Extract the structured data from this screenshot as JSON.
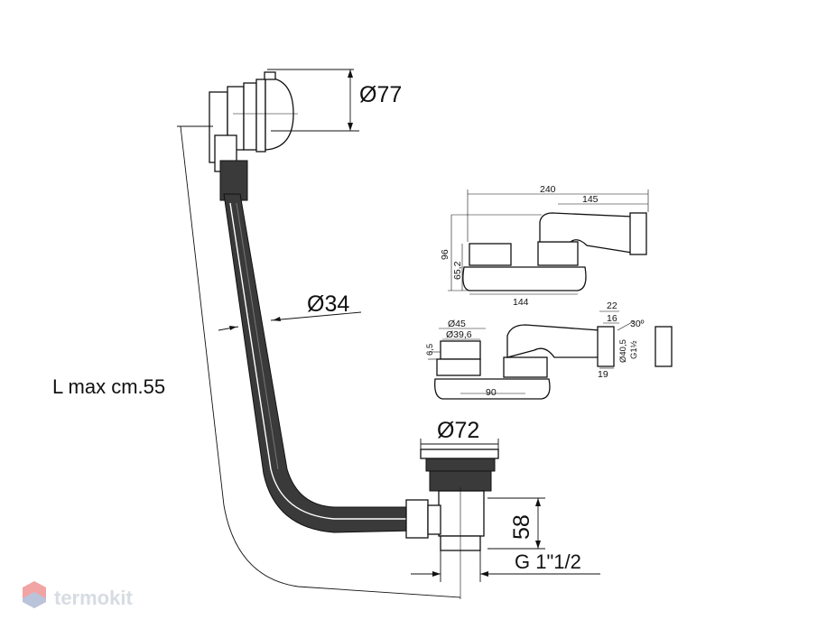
{
  "drawing": {
    "labels": {
      "d77": "Ø77",
      "d34": "Ø34",
      "lmax": "L max cm.55",
      "d72": "Ø72",
      "h58": "58",
      "thread": "G 1\"1/2",
      "w240": "240",
      "w145": "145",
      "h96": "96",
      "h65": "65,2",
      "w144": "144",
      "d45": "Ø45",
      "d39": "Ø39,6",
      "h6": "6,5",
      "w90": "90",
      "w22": "22",
      "w16": "16",
      "a30": "30º",
      "d40": "Ø40,5",
      "g1": "G1½",
      "w19": "19"
    }
  },
  "watermark": {
    "text": "termokit"
  },
  "colors": {
    "line": "#111111",
    "hose": "#3a3a3a",
    "watermark": "#d7dbe2",
    "logo_red": "#f2a3a3",
    "logo_blue": "#b9c3da"
  }
}
